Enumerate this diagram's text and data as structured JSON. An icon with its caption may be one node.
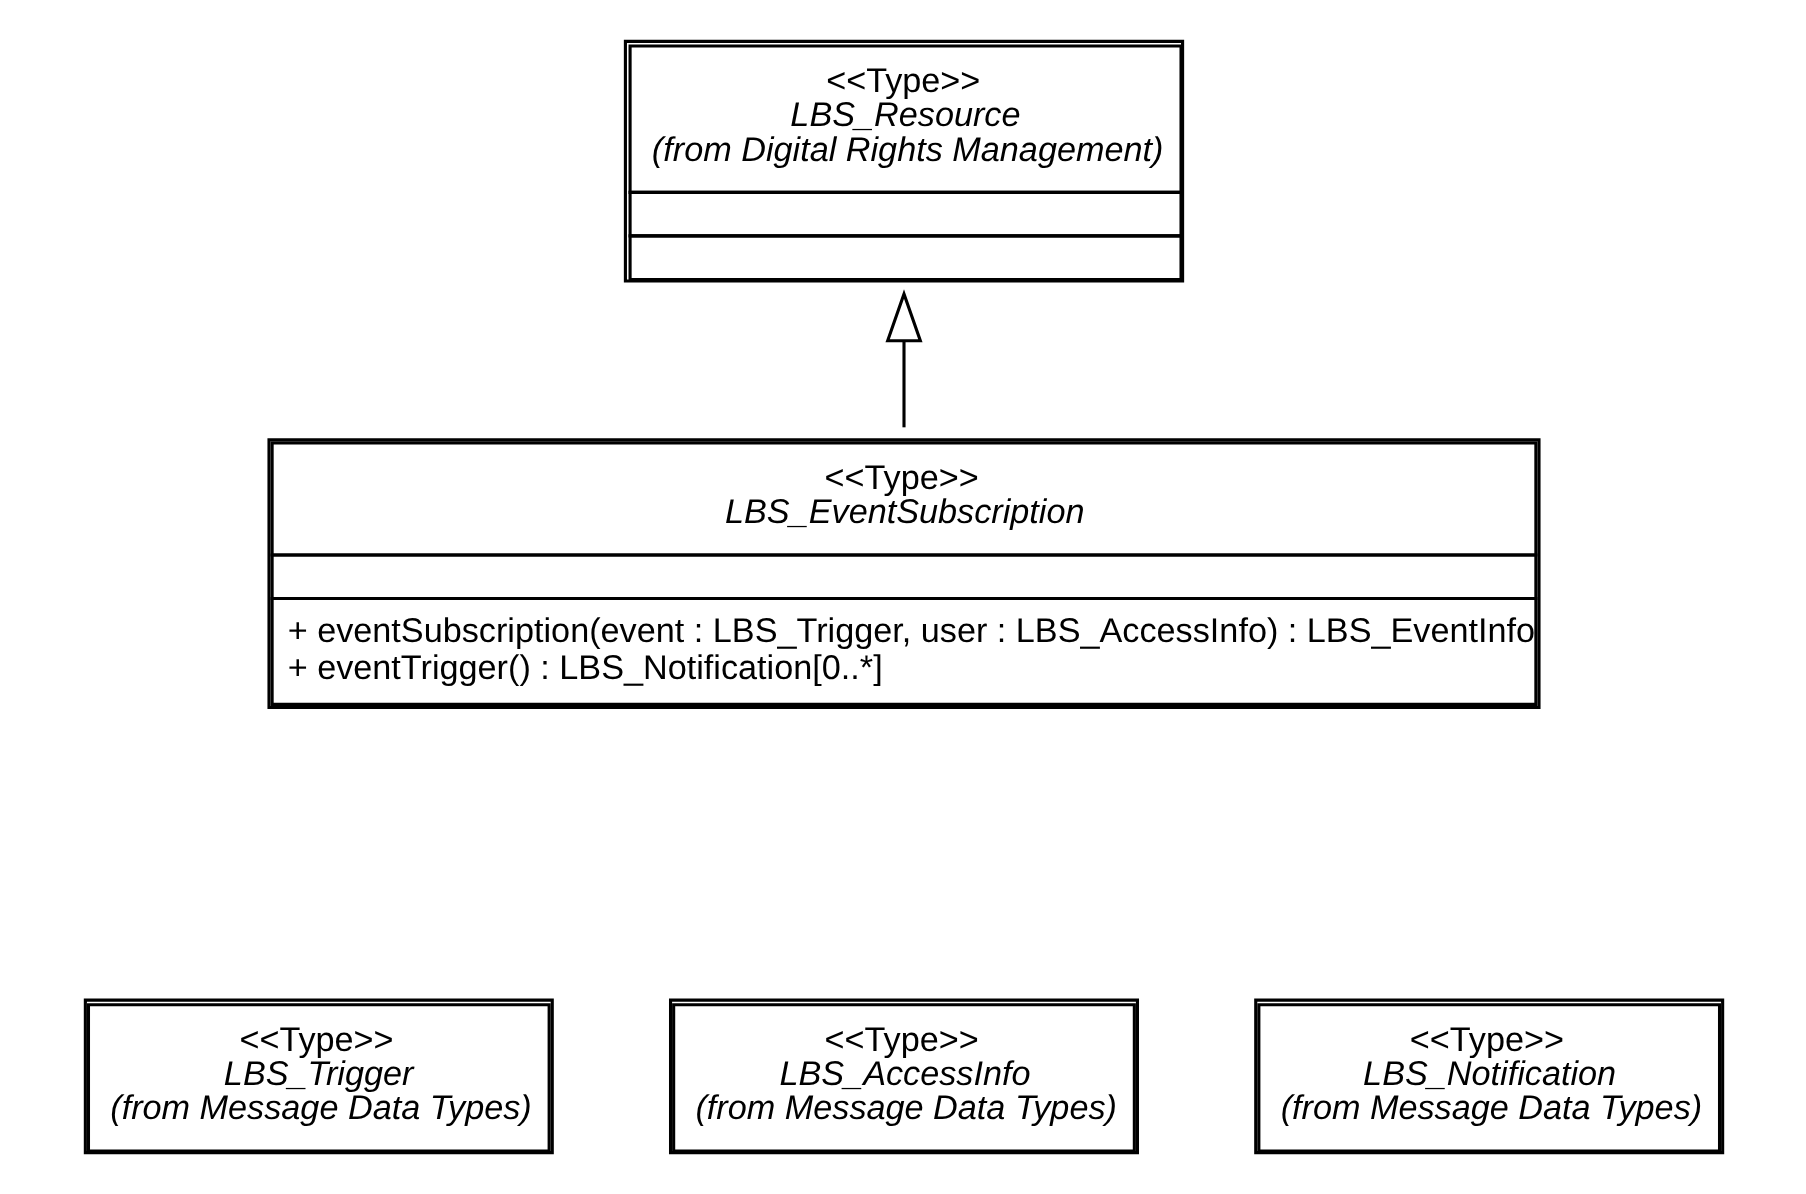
{
  "diagram": {
    "nodes": [
      {
        "text": [
          "<<Type>>",
          "LBS_Resource",
          "(from Digital Rights Management)"
        ]
      },
      {
        "text": [
          "<<Type>>",
          "LBS_EventSubscription",
          "+ eventSubscription(event : LBS_Trigger, user : LBS_AccessInfo) : LBS_EventInfo",
          "+ eventTrigger() : LBS_Notification[0..*]"
        ]
      },
      {
        "text": [
          "<<Type>>",
          "LBS_Trigger",
          "(from Message Data Types)"
        ]
      },
      {
        "text": [
          "<<Type>>",
          "LBS_AccessInfo",
          "(from Message Data Types)"
        ]
      },
      {
        "text": [
          "<<Type>>",
          "LBS_Notification",
          "(from Message Data Types)"
        ]
      }
    ],
    "edges": [
      {
        "from": 1,
        "to": 0,
        "arrow": "to"
      }
    ]
  }
}
